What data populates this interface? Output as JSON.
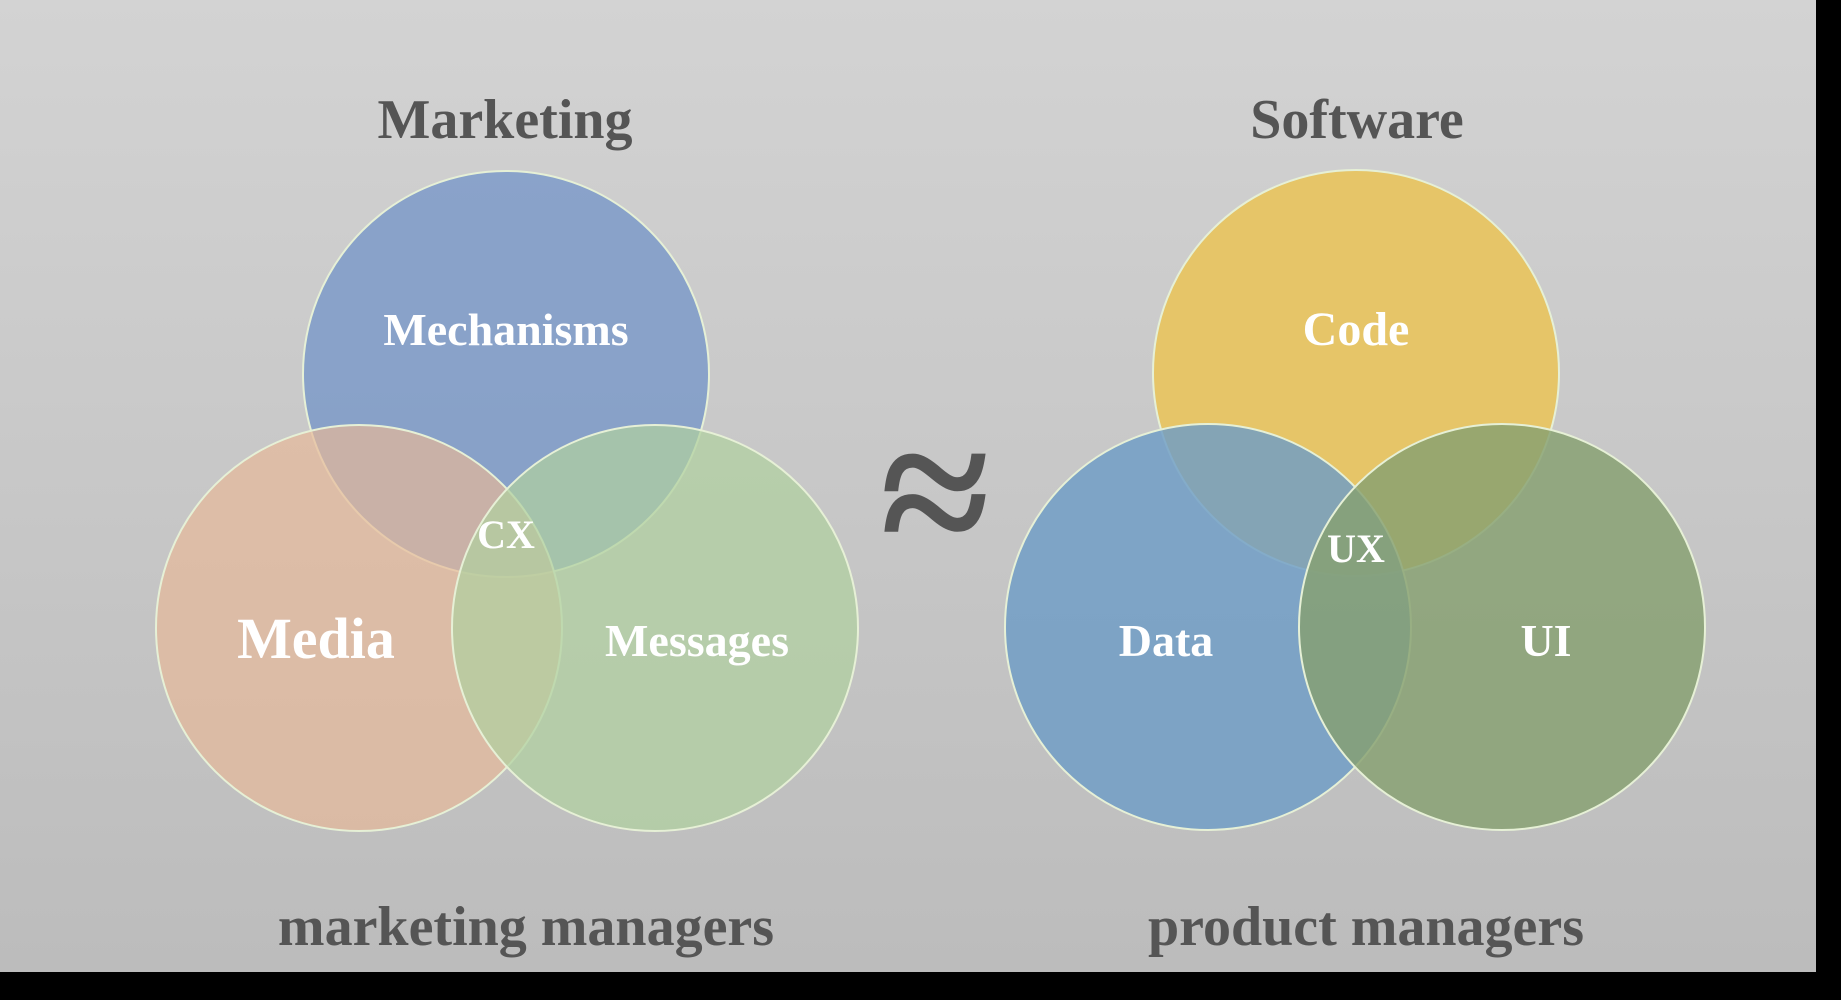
{
  "left_diagram": {
    "title": "Marketing",
    "circles": [
      {
        "label": "Mechanisms",
        "color": "#7a98c8"
      },
      {
        "label": "Media",
        "color": "#e8b898"
      },
      {
        "label": "Messages",
        "color": "#b0d0a0"
      }
    ],
    "center_label": "CX",
    "footer": "marketing managers"
  },
  "approx_symbol": "≈",
  "right_diagram": {
    "title": "Software",
    "circles": [
      {
        "label": "Code",
        "color": "#e8c460"
      },
      {
        "label": "Data",
        "color": "#6e9cc6"
      },
      {
        "label": "UI",
        "color": "#86a070"
      }
    ],
    "center_label": "UX",
    "footer": "product managers"
  },
  "colors": {
    "background_top": "#d2d2d2",
    "background_bottom": "#bdbdbd",
    "heading_text": "#555555",
    "circle_label_text": "#ffffff",
    "frame": "#000000"
  }
}
